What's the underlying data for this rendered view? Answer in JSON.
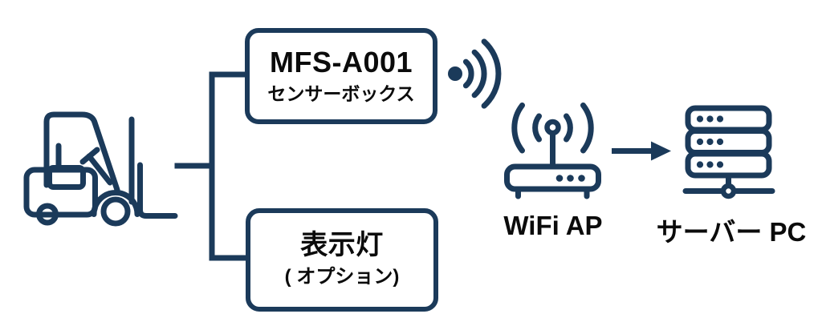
{
  "colors": {
    "line": "#1b3a5a",
    "text": "#0b0b0b",
    "background": "#ffffff"
  },
  "nodes": {
    "forklift": {
      "icon": "forklift-icon"
    },
    "sensor_box": {
      "title": "MFS-A001",
      "subtitle": "センサーボックス"
    },
    "indicator_box": {
      "title": "表示灯",
      "subtitle": "( オプション)"
    },
    "wifi_signal": {
      "icon": "wifi-signal-icon"
    },
    "wifi_ap": {
      "icon": "wifi-router-icon",
      "label": "WiFi AP"
    },
    "server": {
      "icon": "server-rack-icon",
      "label": "サーバー PC"
    }
  },
  "connections": [
    {
      "from": "forklift",
      "to": "sensor_box",
      "type": "line"
    },
    {
      "from": "forklift",
      "to": "indicator_box",
      "type": "line"
    },
    {
      "from": "sensor_box",
      "to": "wifi_ap",
      "type": "wireless"
    },
    {
      "from": "wifi_ap",
      "to": "server",
      "type": "arrow"
    }
  ]
}
